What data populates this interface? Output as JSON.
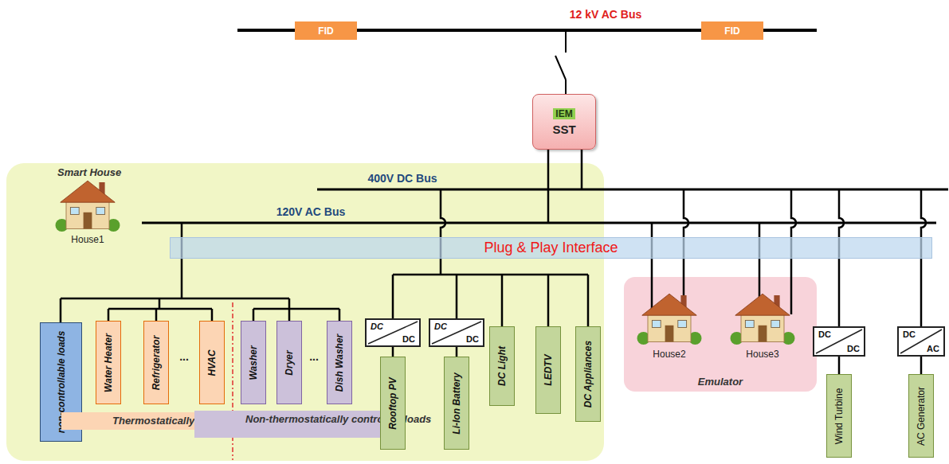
{
  "diagram": {
    "nodes": [
      {
        "text": [
          "FID"
        ]
      },
      {
        "text": [
          "FID"
        ]
      },
      {
        "text": [
          "IEM",
          "SST"
        ]
      },
      {
        "text": [
          "Smart House"
        ]
      },
      {
        "text": [
          "non-controllable loads"
        ],
        "in": 3
      },
      {
        "text": [
          "Water Heater"
        ],
        "in": 3
      },
      {
        "text": [
          "Refrigerator"
        ],
        "in": 3
      },
      {
        "text": [
          "HVAC"
        ],
        "in": 3
      },
      {
        "text": [
          "Washer"
        ],
        "in": 3
      },
      {
        "text": [
          "Dryer"
        ],
        "in": 3
      },
      {
        "text": [
          "Dish Washer"
        ],
        "in": 3
      },
      {
        "text": [
          "Thermostatically controlled loads"
        ],
        "in": 3
      },
      {
        "text": [
          "Non-thermostatically controlled loads"
        ],
        "in": 3
      },
      {
        "text": [
          "DC",
          "DC"
        ],
        "in": 3
      },
      {
        "text": [
          "Rooftop PV"
        ],
        "in": 3
      },
      {
        "text": [
          "DC",
          "DC"
        ],
        "in": 3
      },
      {
        "text": [
          "Li-Ion Battery"
        ],
        "in": 3
      },
      {
        "text": [
          "DC Light"
        ],
        "in": 3
      },
      {
        "text": [
          "LEDTV"
        ],
        "in": 3
      },
      {
        "text": [
          "DC Appliances"
        ],
        "in": 3
      },
      {
        "text": [
          "Plug & Play Interface"
        ]
      },
      {
        "text": [
          "Emulator"
        ]
      },
      {
        "text": [
          "DC",
          "DC"
        ]
      },
      {
        "text": [
          "Wind Turbine"
        ]
      },
      {
        "text": [
          "DC",
          "AC"
        ]
      },
      {
        "text": [
          "AC Generator"
        ]
      }
    ],
    "edges": [
      {
        "from": 13,
        "to": 14,
        "arrow": "none"
      },
      {
        "from": 15,
        "to": 16,
        "arrow": "none"
      },
      {
        "from": 22,
        "to": 23,
        "arrow": "none"
      },
      {
        "from": 24,
        "to": 25,
        "arrow": "none"
      }
    ],
    "labels": [
      "12 kV AC Bus",
      "400V DC Bus",
      "120V AC Bus",
      "House1",
      "...",
      "...",
      "House2",
      "House3"
    ]
  }
}
